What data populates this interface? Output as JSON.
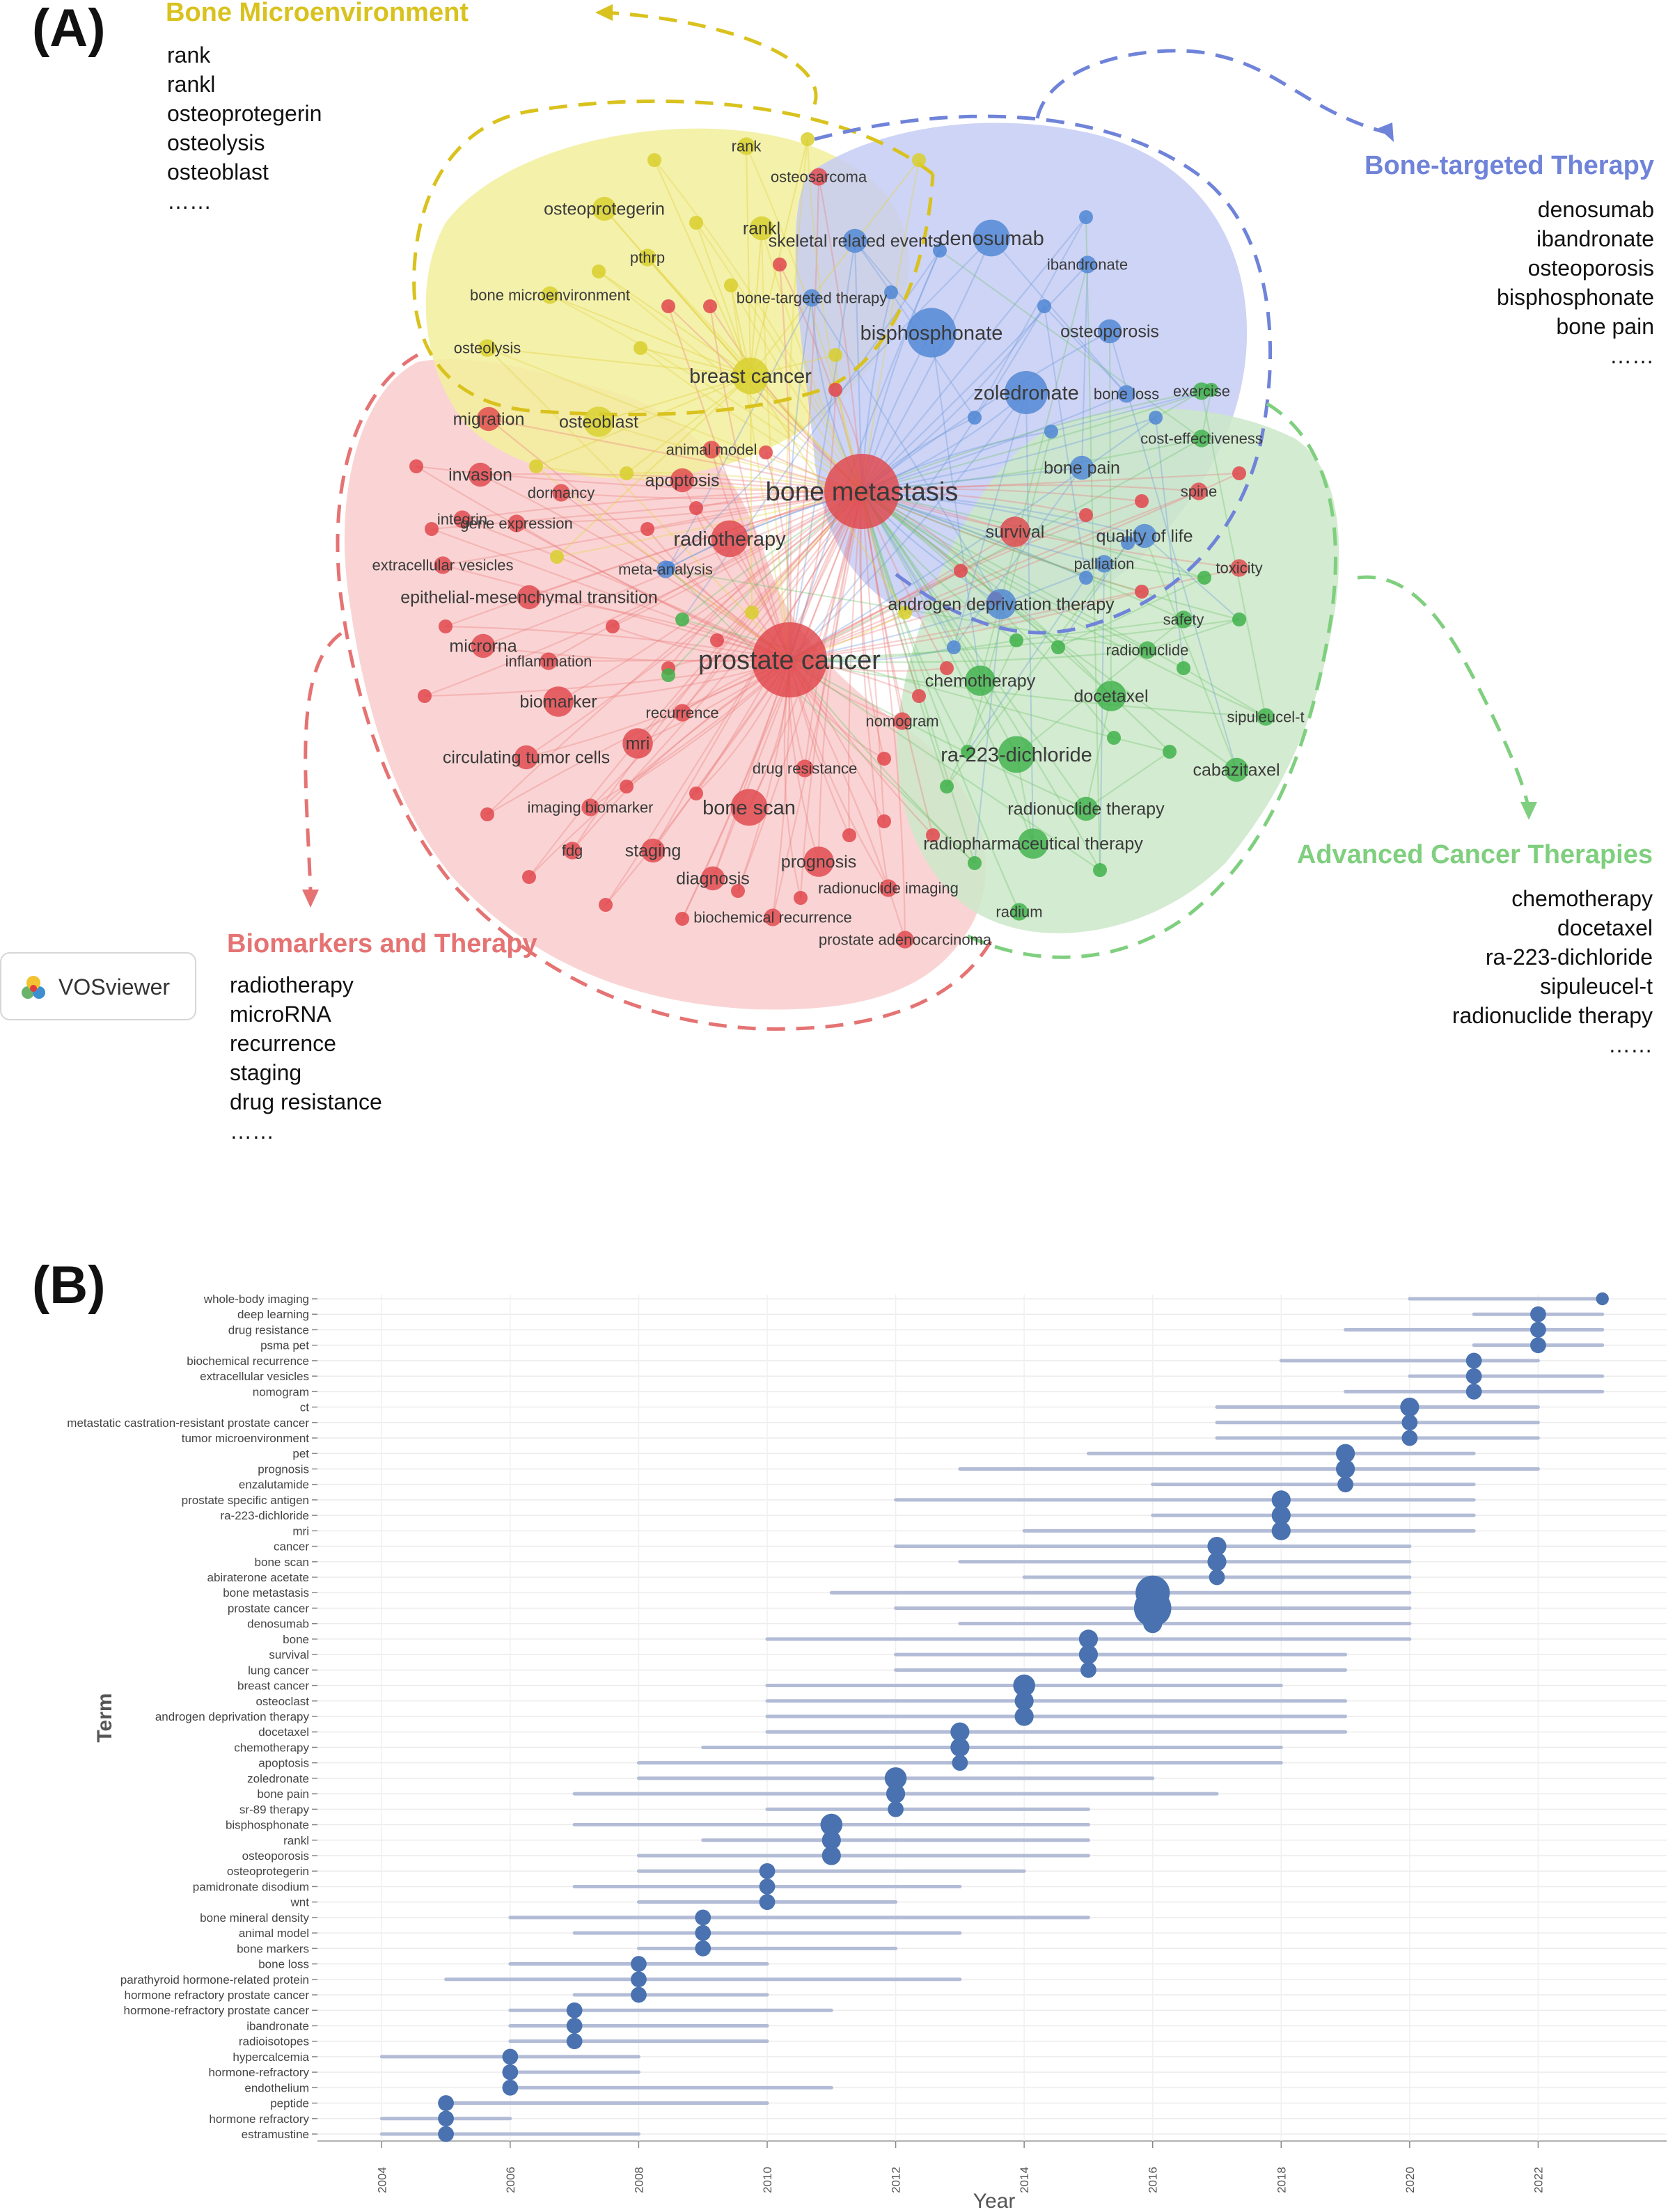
{
  "panel_a": {
    "label": "(A)",
    "tool": "VOSviewer",
    "clusters": [
      {
        "id": "yellow",
        "title": "Bone Microenvironment",
        "color": "#d9c21e",
        "fill": "#f2ee9c",
        "items": [
          "rank",
          "rankl",
          "osteoprotegerin",
          "osteolysis",
          "osteoblast",
          "……"
        ]
      },
      {
        "id": "blue",
        "title": "Bone-targeted Therapy",
        "color": "#6f83d9",
        "fill": "#c6ccf3",
        "items": [
          "denosumab",
          "ibandronate",
          "osteoporosis",
          "bisphosphonate",
          "bone pain",
          "……"
        ]
      },
      {
        "id": "green",
        "title": "Advanced Cancer Therapies",
        "color": "#7fcf7f",
        "fill": "#cbe8c8",
        "items": [
          "chemotherapy",
          "docetaxel",
          "ra-223-dichloride",
          "sipuleucel-t",
          "radionuclide therapy",
          "……"
        ]
      },
      {
        "id": "red",
        "title": "Biomarkers and Therapy",
        "color": "#e57373",
        "fill": "#f9cdcd",
        "items": [
          "radiotherapy",
          "microRNA",
          "recurrence",
          "staging",
          "drug resistance",
          "……"
        ]
      }
    ],
    "nodes": [
      {
        "label": "bone metastasis",
        "cluster": "red",
        "weight": 10
      },
      {
        "label": "prostate cancer",
        "cluster": "red",
        "weight": 10
      },
      {
        "label": "radiotherapy",
        "cluster": "red",
        "weight": 4
      },
      {
        "label": "biomarker",
        "cluster": "red",
        "weight": 3
      },
      {
        "label": "bone scan",
        "cluster": "red",
        "weight": 4
      },
      {
        "label": "prognosis",
        "cluster": "red",
        "weight": 3
      },
      {
        "label": "mri",
        "cluster": "red",
        "weight": 3
      },
      {
        "label": "migration",
        "cluster": "red",
        "weight": 2
      },
      {
        "label": "invasion",
        "cluster": "red",
        "weight": 2
      },
      {
        "label": "dormancy",
        "cluster": "red",
        "weight": 1
      },
      {
        "label": "apoptosis",
        "cluster": "red",
        "weight": 2
      },
      {
        "label": "integrin",
        "cluster": "red",
        "weight": 1
      },
      {
        "label": "gene expression",
        "cluster": "red",
        "weight": 1
      },
      {
        "label": "extracellular vesicles",
        "cluster": "red",
        "weight": 1
      },
      {
        "label": "epithelial-mesenchymal transition",
        "cluster": "red",
        "weight": 2
      },
      {
        "label": "microrna",
        "cluster": "red",
        "weight": 2
      },
      {
        "label": "inflammation",
        "cluster": "red",
        "weight": 1
      },
      {
        "label": "recurrence",
        "cluster": "red",
        "weight": 1
      },
      {
        "label": "circulating tumor cells",
        "cluster": "red",
        "weight": 2
      },
      {
        "label": "imaging biomarker",
        "cluster": "red",
        "weight": 1
      },
      {
        "label": "fdg",
        "cluster": "red",
        "weight": 1
      },
      {
        "label": "staging",
        "cluster": "red",
        "weight": 2
      },
      {
        "label": "diagnosis",
        "cluster": "red",
        "weight": 2
      },
      {
        "label": "biochemical recurrence",
        "cluster": "red",
        "weight": 1
      },
      {
        "label": "prostate adenocarcinoma",
        "cluster": "red",
        "weight": 1
      },
      {
        "label": "radionuclide imaging",
        "cluster": "red",
        "weight": 1
      },
      {
        "label": "drug resistance",
        "cluster": "red",
        "weight": 1
      },
      {
        "label": "nomogram",
        "cluster": "red",
        "weight": 1
      },
      {
        "label": "survival",
        "cluster": "red",
        "weight": 3
      },
      {
        "label": "spine",
        "cluster": "red",
        "weight": 1
      },
      {
        "label": "toxicity",
        "cluster": "red",
        "weight": 1
      },
      {
        "label": "animal model",
        "cluster": "red",
        "weight": 1
      },
      {
        "label": "meta-analysis",
        "cluster": "blue",
        "weight": 1
      },
      {
        "label": "osteosarcoma",
        "cluster": "red",
        "weight": 1
      },
      {
        "label": "rank",
        "cluster": "yellow",
        "weight": 1
      },
      {
        "label": "osteoprotegerin",
        "cluster": "yellow",
        "weight": 2
      },
      {
        "label": "rankl",
        "cluster": "yellow",
        "weight": 2
      },
      {
        "label": "pthrp",
        "cluster": "yellow",
        "weight": 1
      },
      {
        "label": "bone microenvironment",
        "cluster": "yellow",
        "weight": 1
      },
      {
        "label": "osteolysis",
        "cluster": "yellow",
        "weight": 1
      },
      {
        "label": "osteoblast",
        "cluster": "yellow",
        "weight": 3
      },
      {
        "label": "breast cancer",
        "cluster": "yellow",
        "weight": 4
      },
      {
        "label": "skeletal related events",
        "cluster": "blue",
        "weight": 2
      },
      {
        "label": "denosumab",
        "cluster": "blue",
        "weight": 4
      },
      {
        "label": "ibandronate",
        "cluster": "blue",
        "weight": 1
      },
      {
        "label": "bone-targeted therapy",
        "cluster": "blue",
        "weight": 1
      },
      {
        "label": "bisphosphonate",
        "cluster": "blue",
        "weight": 6
      },
      {
        "label": "osteoporosis",
        "cluster": "blue",
        "weight": 2
      },
      {
        "label": "zoledronate",
        "cluster": "blue",
        "weight": 5
      },
      {
        "label": "bone loss",
        "cluster": "blue",
        "weight": 1
      },
      {
        "label": "exercise",
        "cluster": "green",
        "weight": 1
      },
      {
        "label": "cost-effectiveness",
        "cluster": "green",
        "weight": 1
      },
      {
        "label": "bone pain",
        "cluster": "blue",
        "weight": 2
      },
      {
        "label": "quality of life",
        "cluster": "blue",
        "weight": 2
      },
      {
        "label": "palliation",
        "cluster": "blue",
        "weight": 1
      },
      {
        "label": "androgen deprivation therapy",
        "cluster": "blue",
        "weight": 3
      },
      {
        "label": "safety",
        "cluster": "green",
        "weight": 1
      },
      {
        "label": "radionuclide",
        "cluster": "green",
        "weight": 1
      },
      {
        "label": "chemotherapy",
        "cluster": "green",
        "weight": 3
      },
      {
        "label": "docetaxel",
        "cluster": "green",
        "weight": 3
      },
      {
        "label": "sipuleucel-t",
        "cluster": "green",
        "weight": 1
      },
      {
        "label": "cabazitaxel",
        "cluster": "green",
        "weight": 2
      },
      {
        "label": "ra-223-dichloride",
        "cluster": "green",
        "weight": 4
      },
      {
        "label": "radionuclide therapy",
        "cluster": "green",
        "weight": 2
      },
      {
        "label": "radiopharmaceutical therapy",
        "cluster": "green",
        "weight": 3
      },
      {
        "label": "radium",
        "cluster": "green",
        "weight": 1
      }
    ]
  },
  "panel_b": {
    "label": "(B)"
  },
  "chart_data": {
    "type": "scatter",
    "title": "",
    "xlabel": "Year",
    "ylabel": "Term",
    "xlim": [
      2003,
      2024
    ],
    "xticks": [
      "2004",
      "2006",
      "2008",
      "2010",
      "2012",
      "2014",
      "2016",
      "2018",
      "2020",
      "2022"
    ],
    "grid": true,
    "point_color": "#4a72b0",
    "range_color": "#b3bcd6",
    "terms": [
      {
        "term": "whole-body imaging",
        "start": 2020,
        "peak": 2023,
        "end": 2023,
        "freq": 1
      },
      {
        "term": "deep learning",
        "start": 2021,
        "peak": 2022,
        "end": 2023,
        "freq": 2
      },
      {
        "term": "drug resistance",
        "start": 2019,
        "peak": 2022,
        "end": 2023,
        "freq": 2
      },
      {
        "term": "psma pet",
        "start": 2021,
        "peak": 2022,
        "end": 2023,
        "freq": 2
      },
      {
        "term": "biochemical recurrence",
        "start": 2018,
        "peak": 2021,
        "end": 2022,
        "freq": 2
      },
      {
        "term": "extracellular vesicles",
        "start": 2020,
        "peak": 2021,
        "end": 2023,
        "freq": 2
      },
      {
        "term": "nomogram",
        "start": 2019,
        "peak": 2021,
        "end": 2023,
        "freq": 2
      },
      {
        "term": "ct",
        "start": 2017,
        "peak": 2020,
        "end": 2022,
        "freq": 3
      },
      {
        "term": "metastatic castration-resistant prostate cancer",
        "start": 2017,
        "peak": 2020,
        "end": 2022,
        "freq": 2
      },
      {
        "term": "tumor microenvironment",
        "start": 2017,
        "peak": 2020,
        "end": 2022,
        "freq": 2
      },
      {
        "term": "pet",
        "start": 2015,
        "peak": 2019,
        "end": 2021,
        "freq": 3
      },
      {
        "term": "prognosis",
        "start": 2013,
        "peak": 2019,
        "end": 2022,
        "freq": 3
      },
      {
        "term": "enzalutamide",
        "start": 2016,
        "peak": 2019,
        "end": 2021,
        "freq": 2
      },
      {
        "term": "prostate specific antigen",
        "start": 2012,
        "peak": 2018,
        "end": 2021,
        "freq": 3
      },
      {
        "term": "ra-223-dichloride",
        "start": 2016,
        "peak": 2018,
        "end": 2021,
        "freq": 3
      },
      {
        "term": "mri",
        "start": 2014,
        "peak": 2018,
        "end": 2021,
        "freq": 3
      },
      {
        "term": "cancer",
        "start": 2012,
        "peak": 2017,
        "end": 2020,
        "freq": 3
      },
      {
        "term": "bone scan",
        "start": 2013,
        "peak": 2017,
        "end": 2020,
        "freq": 3
      },
      {
        "term": "abiraterone acetate",
        "start": 2014,
        "peak": 2017,
        "end": 2020,
        "freq": 2
      },
      {
        "term": "bone metastasis",
        "start": 2011,
        "peak": 2016,
        "end": 2020,
        "freq": 8
      },
      {
        "term": "prostate cancer",
        "start": 2012,
        "peak": 2016,
        "end": 2020,
        "freq": 9
      },
      {
        "term": "denosumab",
        "start": 2013,
        "peak": 2016,
        "end": 2020,
        "freq": 3
      },
      {
        "term": "bone",
        "start": 2010,
        "peak": 2015,
        "end": 2020,
        "freq": 3
      },
      {
        "term": "survival",
        "start": 2012,
        "peak": 2015,
        "end": 2019,
        "freq": 3
      },
      {
        "term": "lung cancer",
        "start": 2012,
        "peak": 2015,
        "end": 2019,
        "freq": 2
      },
      {
        "term": "breast cancer",
        "start": 2010,
        "peak": 2014,
        "end": 2018,
        "freq": 4
      },
      {
        "term": "osteoclast",
        "start": 2010,
        "peak": 2014,
        "end": 2019,
        "freq": 3
      },
      {
        "term": "androgen deprivation therapy",
        "start": 2010,
        "peak": 2014,
        "end": 2019,
        "freq": 3
      },
      {
        "term": "docetaxel",
        "start": 2010,
        "peak": 2013,
        "end": 2019,
        "freq": 3
      },
      {
        "term": "chemotherapy",
        "start": 2009,
        "peak": 2013,
        "end": 2018,
        "freq": 3
      },
      {
        "term": "apoptosis",
        "start": 2008,
        "peak": 2013,
        "end": 2018,
        "freq": 2
      },
      {
        "term": "zoledronate",
        "start": 2008,
        "peak": 2012,
        "end": 2016,
        "freq": 4
      },
      {
        "term": "bone pain",
        "start": 2007,
        "peak": 2012,
        "end": 2017,
        "freq": 3
      },
      {
        "term": "sr-89 therapy",
        "start": 2010,
        "peak": 2012,
        "end": 2015,
        "freq": 2
      },
      {
        "term": "bisphosphonate",
        "start": 2007,
        "peak": 2011,
        "end": 2015,
        "freq": 4
      },
      {
        "term": "rankl",
        "start": 2009,
        "peak": 2011,
        "end": 2015,
        "freq": 3
      },
      {
        "term": "osteoporosis",
        "start": 2008,
        "peak": 2011,
        "end": 2015,
        "freq": 3
      },
      {
        "term": "osteoprotegerin",
        "start": 2008,
        "peak": 2010,
        "end": 2014,
        "freq": 2
      },
      {
        "term": "pamidronate disodium",
        "start": 2007,
        "peak": 2010,
        "end": 2013,
        "freq": 2
      },
      {
        "term": "wnt",
        "start": 2008,
        "peak": 2010,
        "end": 2012,
        "freq": 2
      },
      {
        "term": "bone mineral density",
        "start": 2006,
        "peak": 2009,
        "end": 2015,
        "freq": 2
      },
      {
        "term": "animal model",
        "start": 2007,
        "peak": 2009,
        "end": 2013,
        "freq": 2
      },
      {
        "term": "bone markers",
        "start": 2008,
        "peak": 2009,
        "end": 2012,
        "freq": 2
      },
      {
        "term": "bone loss",
        "start": 2006,
        "peak": 2008,
        "end": 2010,
        "freq": 2
      },
      {
        "term": "parathyroid hormone-related protein",
        "start": 2005,
        "peak": 2008,
        "end": 2013,
        "freq": 2
      },
      {
        "term": "hormone refractory prostate cancer",
        "start": 2007,
        "peak": 2008,
        "end": 2010,
        "freq": 2
      },
      {
        "term": "hormone-refractory prostate cancer",
        "start": 2006,
        "peak": 2007,
        "end": 2011,
        "freq": 2
      },
      {
        "term": "ibandronate",
        "start": 2006,
        "peak": 2007,
        "end": 2010,
        "freq": 2
      },
      {
        "term": "radioisotopes",
        "start": 2006,
        "peak": 2007,
        "end": 2010,
        "freq": 2
      },
      {
        "term": "hypercalcemia",
        "start": 2004,
        "peak": 2006,
        "end": 2008,
        "freq": 2
      },
      {
        "term": "hormone-refractory",
        "start": 2006,
        "peak": 2006,
        "end": 2008,
        "freq": 2
      },
      {
        "term": "endothelium",
        "start": 2006,
        "peak": 2006,
        "end": 2011,
        "freq": 2
      },
      {
        "term": "peptide",
        "start": 2005,
        "peak": 2005,
        "end": 2010,
        "freq": 2
      },
      {
        "term": "hormone refractory",
        "start": 2004,
        "peak": 2005,
        "end": 2006,
        "freq": 2
      },
      {
        "term": "estramustine",
        "start": 2004,
        "peak": 2005,
        "end": 2008,
        "freq": 2
      }
    ]
  }
}
